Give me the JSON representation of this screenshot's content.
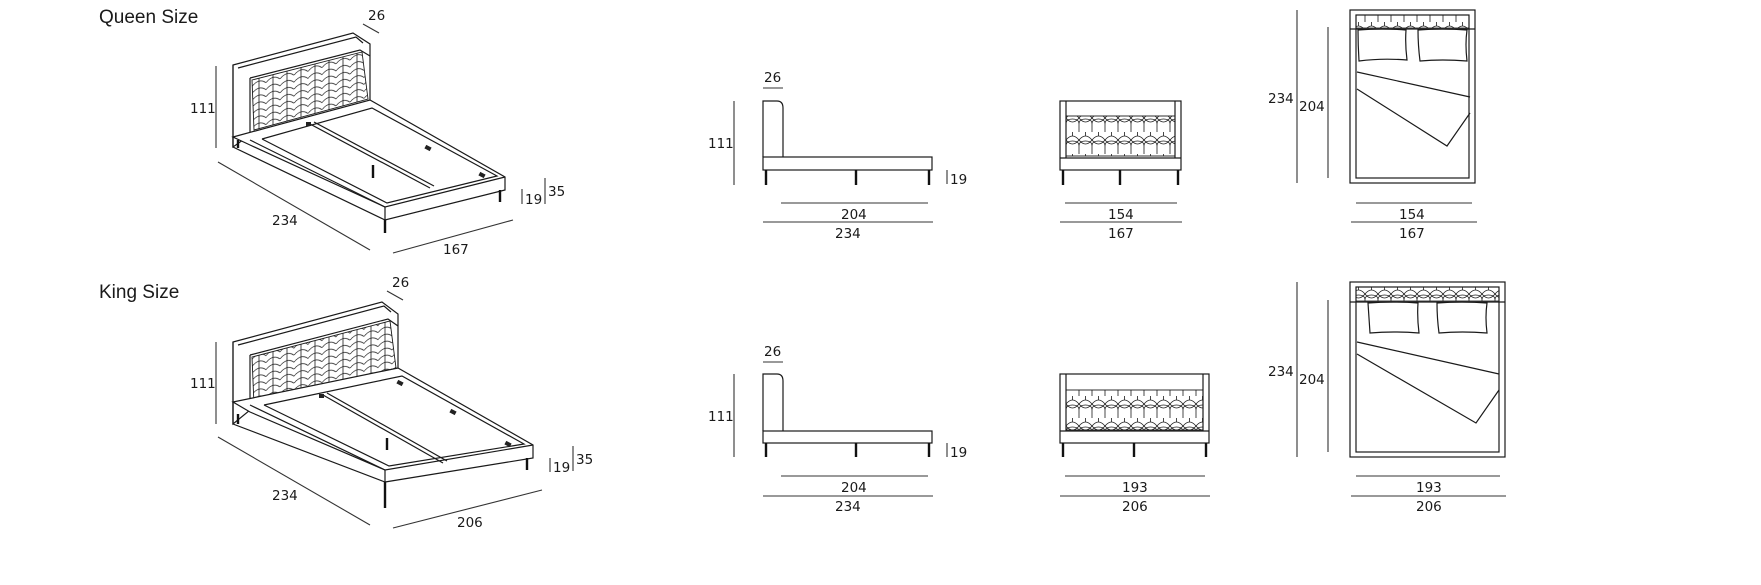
{
  "sections": [
    {
      "title": "Queen Size",
      "isometric": {
        "headboard_depth": "26",
        "height": "111",
        "length": "234",
        "width": "167",
        "frame_height": "19",
        "leg_height": "35"
      },
      "side_view": {
        "headboard_depth": "26",
        "height": "111",
        "frame_height": "19",
        "inner_length": "204",
        "outer_length": "234"
      },
      "front_view": {
        "inner_width": "154",
        "outer_width": "167"
      },
      "top_view": {
        "outer_length": "234",
        "inner_length": "204",
        "inner_width": "154",
        "outer_width": "167"
      }
    },
    {
      "title": "King Size",
      "isometric": {
        "headboard_depth": "26",
        "height": "111",
        "length": "234",
        "width": "206",
        "frame_height": "19",
        "leg_height": "35"
      },
      "side_view": {
        "headboard_depth": "26",
        "height": "111",
        "frame_height": "19",
        "inner_length": "204",
        "outer_length": "234"
      },
      "front_view": {
        "inner_width": "193",
        "outer_width": "206"
      },
      "top_view": {
        "outer_length": "234",
        "inner_length": "204",
        "inner_width": "193",
        "outer_width": "206"
      }
    }
  ],
  "colors": {
    "line": "#1a1a1a",
    "background": "#ffffff"
  }
}
